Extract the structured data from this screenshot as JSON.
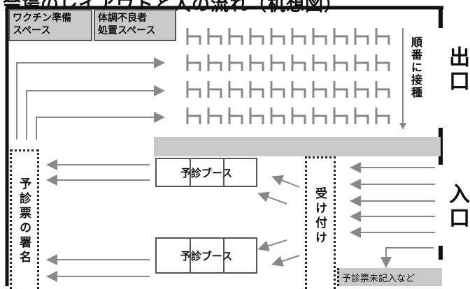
{
  "title_partial": "会場のレイアウトと人の流れ（机想図）",
  "areas": {
    "vaccine_prep": "ワクチン準備\nスペース",
    "sick_space": "体調不良者\n処置スペース",
    "vaccination_order": "順番に接種",
    "exit": "出口",
    "entrance": "入口",
    "reception": "受け付け",
    "questionnaire_sign": "予診票の署名",
    "booth_top": "予診ブース",
    "booth_bottom": "予診ブース",
    "unfilled": "予診票未記入など"
  },
  "seating": {
    "rows": 4,
    "chairs_per_row": 10
  },
  "colors": {
    "wall": "#111111",
    "gray_fill": "#c9c9c9",
    "arrow": "#888888",
    "dash": "#222222"
  }
}
